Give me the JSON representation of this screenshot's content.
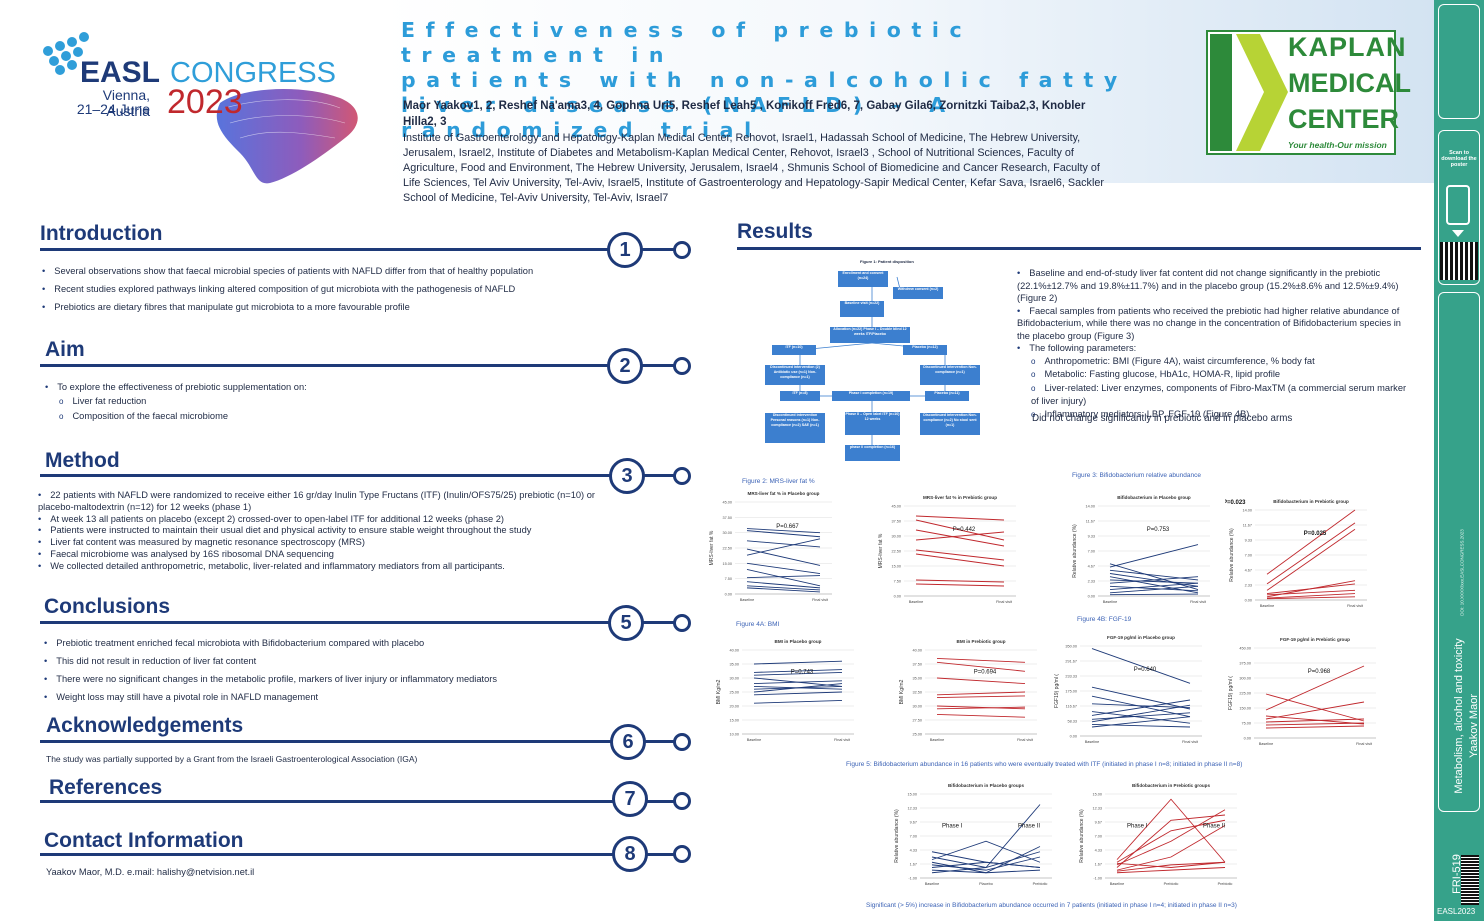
{
  "header": {
    "title_lines": [
      "Effectiveness of prebiotic treatment in",
      "patients with non-alcoholic fatty",
      "liver disease (NAFLD) – A randomized trial"
    ],
    "authors": "Maor Yaakov1, 2, Reshef Na'ama3, 4, Gophna Uri5, Reshef Leah5 , Konikoff Fred6, 7, Gabay Gila6, Zornitzki Taiba2,3, Knobler Hilla2, 3",
    "institutions": "Institute of Gastroenterology and Hepatology-Kaplan Medical Center, Rehovot, Israel1, Hadassah School of Medicine, The Hebrew University, Jerusalem, Israel2, Institute of Diabetes and Metabolism-Kaplan Medical Center, Rehovot, Israel3 , School of Nutritional Sciences, Faculty of Agriculture, Food and Environment, The Hebrew University, Jerusalem, Israel4 , Shmunis School of Biomedicine and Cancer Research, Faculty of Life Sciences, Tel Aviv University, Tel-Aviv, Israel5, Institute of Gastroenterology and Hepatology-Sapir Medical Center, Kefar Sava, Israel6, Sackler School of Medicine, Tel-Aviv University, Tel-Aviv, Israel7"
  },
  "easl_logo": {
    "name": "EASL",
    "congress": "CONGRESS",
    "city": "Vienna, Austria",
    "dates": "21–24 June",
    "year": "2023"
  },
  "kaplan_logo": {
    "line1": "KAPLAN",
    "line2": "MEDICAL",
    "line3": "CENTER",
    "tagline": "Your health-Our mission"
  },
  "sidebar": {
    "scan": "Scan to download the poster",
    "category": "Metabolism, alcohol and toxicity",
    "author": "Yaakov Maor",
    "code": "FRI-519",
    "doi": "DOI: 10.XXXX/xxx.EASLCONGRESS.2023",
    "foot": "EASL2023"
  },
  "sections": {
    "intro": {
      "title": "Introduction",
      "num": "1",
      "items": [
        "Several observations show that faecal microbial species of patients with NAFLD differ from that of healthy population",
        "Recent studies explored pathways linking altered composition of gut microbiota with the pathogenesis of NAFLD",
        "Prebiotics are dietary fibres that manipulate gut microbiota to a more favourable profile"
      ]
    },
    "aim": {
      "title": "Aim",
      "num": "2",
      "lead": "To explore the effectiveness of prebiotic supplementation on:",
      "subs": [
        "Liver fat reduction",
        "Composition of the faecal microbiome"
      ]
    },
    "method": {
      "title": "Method",
      "num": "3",
      "items": [
        "22 patients with NAFLD were randomized to receive either 16 gr/day Inulin Type Fructans (ITF) (Inulin/OFS75/25) prebiotic (n=10) or placebo-maltodextrin (n=12) for 12 weeks (phase 1)",
        "At week 13 all patients on placebo (except 2) crossed-over to open-label ITF for additional 12 weeks (phase 2)",
        "Patients were instructed to maintain their usual diet and physical activity to ensure stable weight throughout the study",
        "Liver fat content was measured by magnetic resonance spectroscopy (MRS)",
        "Faecal microbiome was analysed by 16S ribosomal DNA sequencing",
        "We collected detailed anthropometric, metabolic, liver-related and inflammatory mediators from all participants."
      ]
    },
    "conclusions": {
      "title": "Conclusions",
      "num": "5",
      "items": [
        "Prebiotic treatment enriched fecal microbiota with Bifidobacterium compared with placebo",
        "This did not result in reduction of liver fat content",
        "There were no significant changes in the metabolic profile, markers of liver injury or inflammatory mediators",
        "Weight loss may still have a pivotal role in NAFLD management"
      ]
    },
    "ack": {
      "title": "Acknowledgements",
      "num": "6",
      "text": "The study was partially supported by a Grant from the Israeli Gastroenterological Association (IGA)"
    },
    "refs": {
      "title": "References",
      "num": "7"
    },
    "contact": {
      "title": "Contact Information",
      "num": "8",
      "text": "Yaakov Maor, M.D. e.mail: halishy@netvision.net.il"
    },
    "results": {
      "title": "Results",
      "items": [
        "Baseline and end-of-study liver fat content did not change significantly in the prebiotic (22.1%±12.7% and 19.8%±11.7%) and in the placebo group (15.2%±8.6% and 12.5%±9.4%) (Figure 2)",
        "Faecal samples from patients who received the prebiotic had higher relative abundance of Bifidobacterium, while there was no change in the concentration of Bifidobacterium species in the placebo group (Figure 3)",
        "The following parameters:"
      ],
      "subs": [
        "Anthropometric: BMI (Figure 4A), waist circumference, % body fat",
        "Metabolic: Fasting glucose, HbA1c, HOMA-R, lipid profile",
        "Liver-related: Liver enzymes, components of Fibro-MaxTM (a commercial serum marker of liver injury)",
        "Inflammatory mediators: LBP, FGF-19 (Figure 4B)"
      ],
      "tail": "Did not change significantly in prebiotic and in placebo arms"
    }
  },
  "figures": {
    "fig1": "Figure 1: Patient disposition",
    "fig2": "Figure 2: MRS-liver fat %",
    "fig3": "Figure 3: Bifidobacterium relative abundance",
    "fig4a": "Figure 4A: BMI",
    "fig4b": "Figure 4B: FGF-19",
    "fig5": "Figure 5: Bifidobacterium abundance in 16 patients who were eventually treated with ITF (initiated in phase I n=8; initiated in phase II n=8)",
    "fig5_note": "Significant (> 5%) increase in Bifidobacterium abundance occurred in 7 patients (initiated in phase I n=4; initiated in phase II n=3)"
  },
  "flow": [
    "Enrollment and consent (n=24)",
    "Withdrew consent (n=2)",
    "Baseline visit (n=22)",
    "Allocation (n=22) Phase I – Double blind 12 weeks ITF/Placebo",
    "ITF (n=10)",
    "Placebo (n=12)",
    "Discontinued intervention (2) Antibiotic use (n=1) Non-compliance (n=1)",
    "Discontinued intervention Non-compliance (n=1)",
    "ITF (n=8)",
    "Phase I completion (n=19)",
    "Placebo (n=11)",
    "Discontinued intervention Personal reasons (n=1) Non-compliance (n=2) SAE (n=1)",
    "Phase II – Open label ITF (n=10) 12 weeks",
    "Discontinued intervention Non-compliance (n=2) No stool sent (n=1)",
    "phase II completion (n=16)"
  ],
  "chart_data": [
    {
      "type": "line",
      "title": "MRS-liver fat % in Placebo group",
      "ylabel": "MRS-liver fat %",
      "x": [
        "Baseline",
        "Final visit"
      ],
      "ylim": [
        0,
        45
      ],
      "pvalue": "P=0.667",
      "color": "#1e3a78",
      "series": [
        [
          32,
          30
        ],
        [
          31,
          28
        ],
        [
          26,
          23
        ],
        [
          22,
          14
        ],
        [
          19,
          27
        ],
        [
          15,
          10
        ],
        [
          12,
          4
        ],
        [
          8,
          9
        ],
        [
          6,
          3
        ],
        [
          4,
          2
        ],
        [
          3,
          1
        ]
      ]
    },
    {
      "type": "line",
      "title": "MRS-liver fat % in Prebiotic group",
      "ylabel": "MRS-liver fat %",
      "x": [
        "Baseline",
        "Final visit"
      ],
      "ylim": [
        0,
        45
      ],
      "pvalue": "P=0.442",
      "color": "#c0282d",
      "series": [
        [
          40,
          38
        ],
        [
          38,
          28
        ],
        [
          33,
          25
        ],
        [
          28,
          32
        ],
        [
          23,
          18
        ],
        [
          21,
          15
        ],
        [
          8,
          7
        ],
        [
          6,
          5
        ]
      ]
    },
    {
      "type": "line",
      "title": "Bifidobacterium in Placebo group",
      "ylabel": "Relative abundance (%)",
      "x": [
        "Baseline",
        "Final visit"
      ],
      "ylim": [
        0,
        14
      ],
      "pvalue": "P=0.753",
      "color": "#1e3a78",
      "series": [
        [
          5,
          1
        ],
        [
          4.5,
          8
        ],
        [
          4,
          2.5
        ],
        [
          3.5,
          1.5
        ],
        [
          3,
          0.5
        ],
        [
          2.5,
          2
        ],
        [
          2,
          3
        ],
        [
          1.5,
          0.8
        ],
        [
          1,
          2
        ],
        [
          0.5,
          1.5
        ],
        [
          0.2,
          0.3
        ]
      ]
    },
    {
      "type": "line",
      "title": "Bifidobacterium in Prebiotic group",
      "ylabel": "Relative abundance (%)",
      "x": [
        "Baseline",
        "Final visit"
      ],
      "ylim": [
        0,
        14
      ],
      "pvalue": "P=0.025",
      "extra": "P=0.023",
      "color": "#c0282d",
      "series": [
        [
          4,
          14
        ],
        [
          2.5,
          12
        ],
        [
          1.5,
          11
        ],
        [
          1,
          2.5
        ],
        [
          0.8,
          1.5
        ],
        [
          0.5,
          3
        ],
        [
          0.3,
          1
        ],
        [
          0.2,
          0.5
        ]
      ]
    },
    {
      "type": "line",
      "title": "BMI in Placebo group",
      "ylabel": "BMI Kg/m2",
      "x": [
        "Baseline",
        "Final visit"
      ],
      "ylim": [
        10,
        40
      ],
      "pvalue": "P=0.743",
      "color": "#1e3a78",
      "series": [
        [
          35,
          36
        ],
        [
          32,
          33
        ],
        [
          31,
          32
        ],
        [
          30,
          27
        ],
        [
          28,
          29
        ],
        [
          27,
          26
        ],
        [
          26,
          27
        ],
        [
          25,
          28
        ],
        [
          24,
          25
        ],
        [
          21,
          22
        ]
      ]
    },
    {
      "type": "line",
      "title": "BMI in Prebiotic group",
      "ylabel": "BMI Kg/m2",
      "x": [
        "Baseline",
        "Final visit"
      ],
      "ylim": [
        25,
        40
      ],
      "pvalue": "P=0.694",
      "color": "#c0282d",
      "series": [
        [
          38.5,
          37.8
        ],
        [
          37.8,
          36.2
        ],
        [
          35,
          34
        ],
        [
          32,
          32.5
        ],
        [
          31.5,
          31.8
        ],
        [
          30,
          29.5
        ],
        [
          29.5,
          29.8
        ],
        [
          28.5,
          28
        ]
      ]
    },
    {
      "type": "line",
      "title": "FGF-19 pg/ml in Placebo group",
      "ylabel": "FGF19) pg/ml (",
      "x": [
        "Baseline",
        "Final visit"
      ],
      "ylim": [
        0,
        350
      ],
      "pvalue": "P=0.640",
      "color": "#1e3a78",
      "series": [
        [
          340,
          205
        ],
        [
          190,
          105
        ],
        [
          155,
          75
        ],
        [
          125,
          110
        ],
        [
          95,
          50
        ],
        [
          80,
          140
        ],
        [
          65,
          90
        ],
        [
          55,
          120
        ],
        [
          45,
          35
        ],
        [
          35,
          75
        ]
      ]
    },
    {
      "type": "line",
      "title": "FGF-19 pg/ml in Prebiotic group",
      "ylabel": "FGF19) pg/ml (",
      "x": [
        "Baseline",
        "Final visit"
      ],
      "ylim": [
        0,
        450
      ],
      "pvalue": "P=0.968",
      "color": "#c0282d",
      "series": [
        [
          220,
          85
        ],
        [
          140,
          360
        ],
        [
          110,
          70
        ],
        [
          95,
          180
        ],
        [
          80,
          95
        ],
        [
          65,
          75
        ],
        [
          50,
          60
        ]
      ]
    },
    {
      "type": "line",
      "title": "Bifidobacterium in Placebo groups",
      "ylabel": "Relative abundance (%)",
      "x": [
        "Baseline",
        "Placebo",
        "Prebiotic"
      ],
      "ylim": [
        -1,
        15
      ],
      "labels": [
        "Phase I",
        "Phase II"
      ],
      "color": "#1e3a78",
      "series": [
        [
          3,
          1,
          13
        ],
        [
          2.5,
          6,
          2
        ],
        [
          2,
          0,
          5
        ],
        [
          1.5,
          0.5,
          3
        ],
        [
          1,
          2,
          1
        ],
        [
          0.5,
          0,
          0.5
        ],
        [
          4,
          2,
          1
        ],
        [
          0,
          1,
          4
        ]
      ]
    },
    {
      "type": "line",
      "title": "Bifidobacterium in Prebiotic groups",
      "ylabel": "Relative abundance (%)",
      "x": [
        "Baseline",
        "Prebiotic",
        "Prebiotic"
      ],
      "ylim": [
        -1,
        15
      ],
      "labels": [
        "Phase I",
        "Phase II"
      ],
      "color": "#c0282d",
      "series": [
        [
          2.5,
          14,
          2
        ],
        [
          2,
          8,
          10
        ],
        [
          1.5,
          6,
          12
        ],
        [
          1,
          10,
          11
        ],
        [
          0.5,
          3,
          9
        ],
        [
          0.3,
          1.5,
          2
        ],
        [
          0,
          0.5,
          1
        ],
        [
          1.8,
          1,
          2
        ]
      ]
    }
  ]
}
